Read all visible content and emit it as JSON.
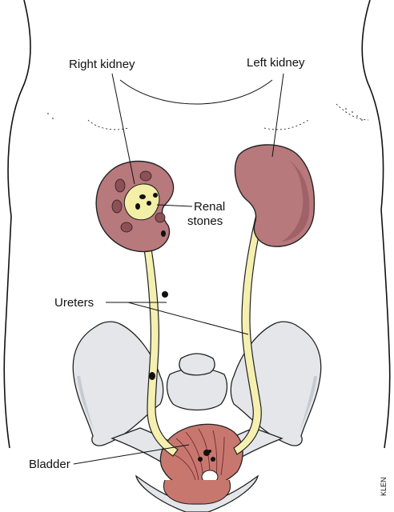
{
  "labels": {
    "right_kidney": "Right kidney",
    "left_kidney": "Left kidney",
    "renal_line1": "Renal",
    "renal_line2": "stones",
    "ureters": "Ureters",
    "bladder": "Bladder"
  },
  "signature": "KLEN",
  "colors": {
    "kidney": "#b7797c",
    "kidney_dark": "#8e4f55",
    "pelvis_yellow": "#f3efa6",
    "ureter": "#f5f0b0",
    "bone": "#e4e6ea",
    "bone_shadow": "#c6cad2",
    "bladder": "#c8776f",
    "stone": "#111111"
  }
}
